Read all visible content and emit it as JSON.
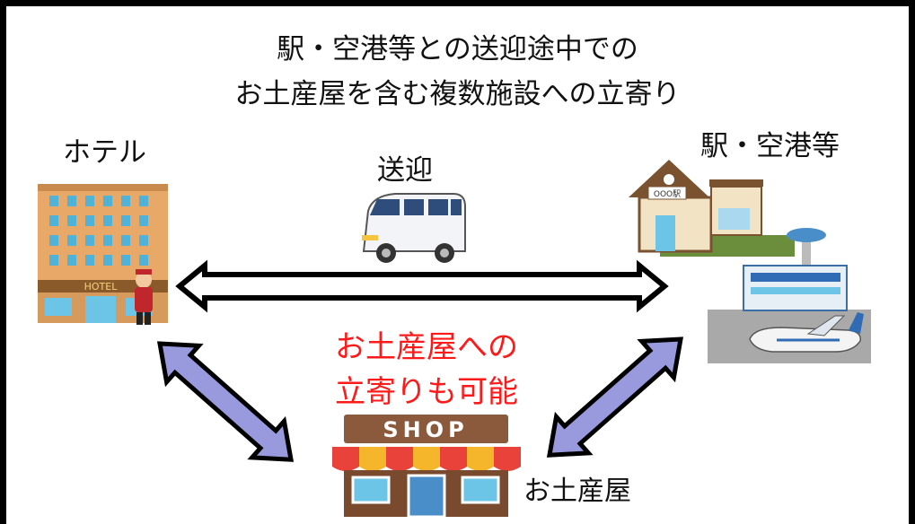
{
  "title": {
    "line1": "駅・空港等との送迎途中での",
    "line2": "お土産屋を含む複数施設への立寄り"
  },
  "labels": {
    "hotel": "ホテル",
    "station_airport": "駅・空港等",
    "shuttle": "送迎",
    "souvenir_shop": "お土産屋"
  },
  "note": {
    "line1": "お土産屋への",
    "line2": "立寄りも可能",
    "color": "#ff1a1a"
  },
  "illustrations": {
    "hotel_sign": "HOTEL",
    "station_sign": "OOO駅",
    "shop_sign": "SHOP"
  },
  "colors": {
    "diagonal_arrow_fill": "#9999dd",
    "horizontal_arrow_fill": "#ffffff"
  },
  "icons": [
    "hotel-icon",
    "van-icon",
    "station-icon",
    "airport-icon",
    "shop-icon"
  ]
}
